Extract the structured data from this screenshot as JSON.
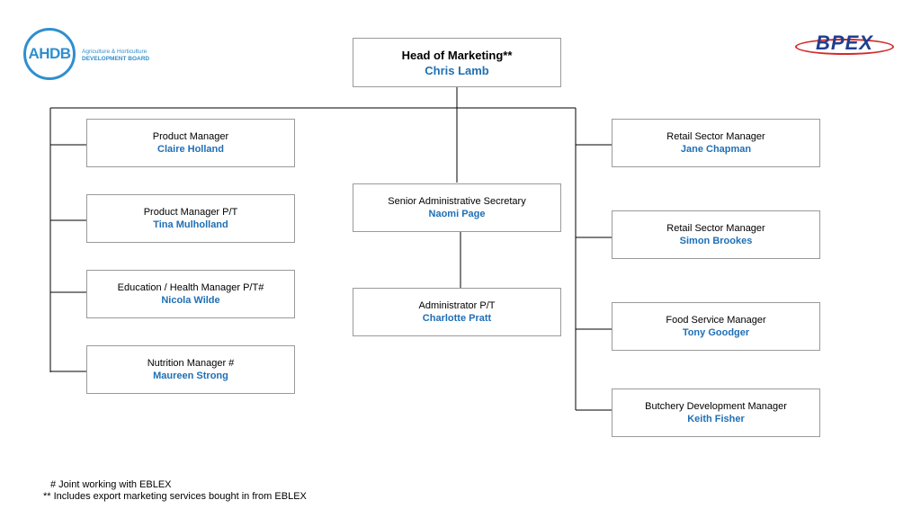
{
  "logos": {
    "left": {
      "text": "AHDB",
      "line1": "Agriculture & Horticulture",
      "line2": "DEVELOPMENT BOARD"
    },
    "right": {
      "text": "BPEX"
    }
  },
  "colors": {
    "person": "#1f6fb5",
    "ahdb": "#2e8fd0",
    "bpex_text": "#1f3f8f",
    "bpex_ring": "#d42a2a",
    "border": "#9a9a9a"
  },
  "head": {
    "role": "Head of Marketing**",
    "name": "Chris Lamb"
  },
  "left_column": [
    {
      "role": "Product Manager",
      "name": "Claire Holland"
    },
    {
      "role": "Product Manager P/T",
      "name": "Tina Mulholland"
    },
    {
      "role": "Education / Health Manager P/T#",
      "name": "Nicola Wilde"
    },
    {
      "role": "Nutrition Manager #",
      "name": "Maureen Strong"
    }
  ],
  "center_column": [
    {
      "role": "Senior Administrative Secretary",
      "name": "Naomi Page"
    },
    {
      "role": "Administrator P/T",
      "name": "Charlotte Pratt"
    }
  ],
  "right_column": [
    {
      "role": "Retail Sector Manager",
      "name": "Jane Chapman"
    },
    {
      "role": "Retail Sector Manager",
      "name": "Simon Brookes"
    },
    {
      "role": "Food Service Manager",
      "name": "Tony Goodger"
    },
    {
      "role": "Butchery Development Manager",
      "name": "Keith Fisher"
    }
  ],
  "footnotes": {
    "joint": "# Joint working with EBLEX",
    "export": "** Includes export marketing services bought in from EBLEX"
  }
}
